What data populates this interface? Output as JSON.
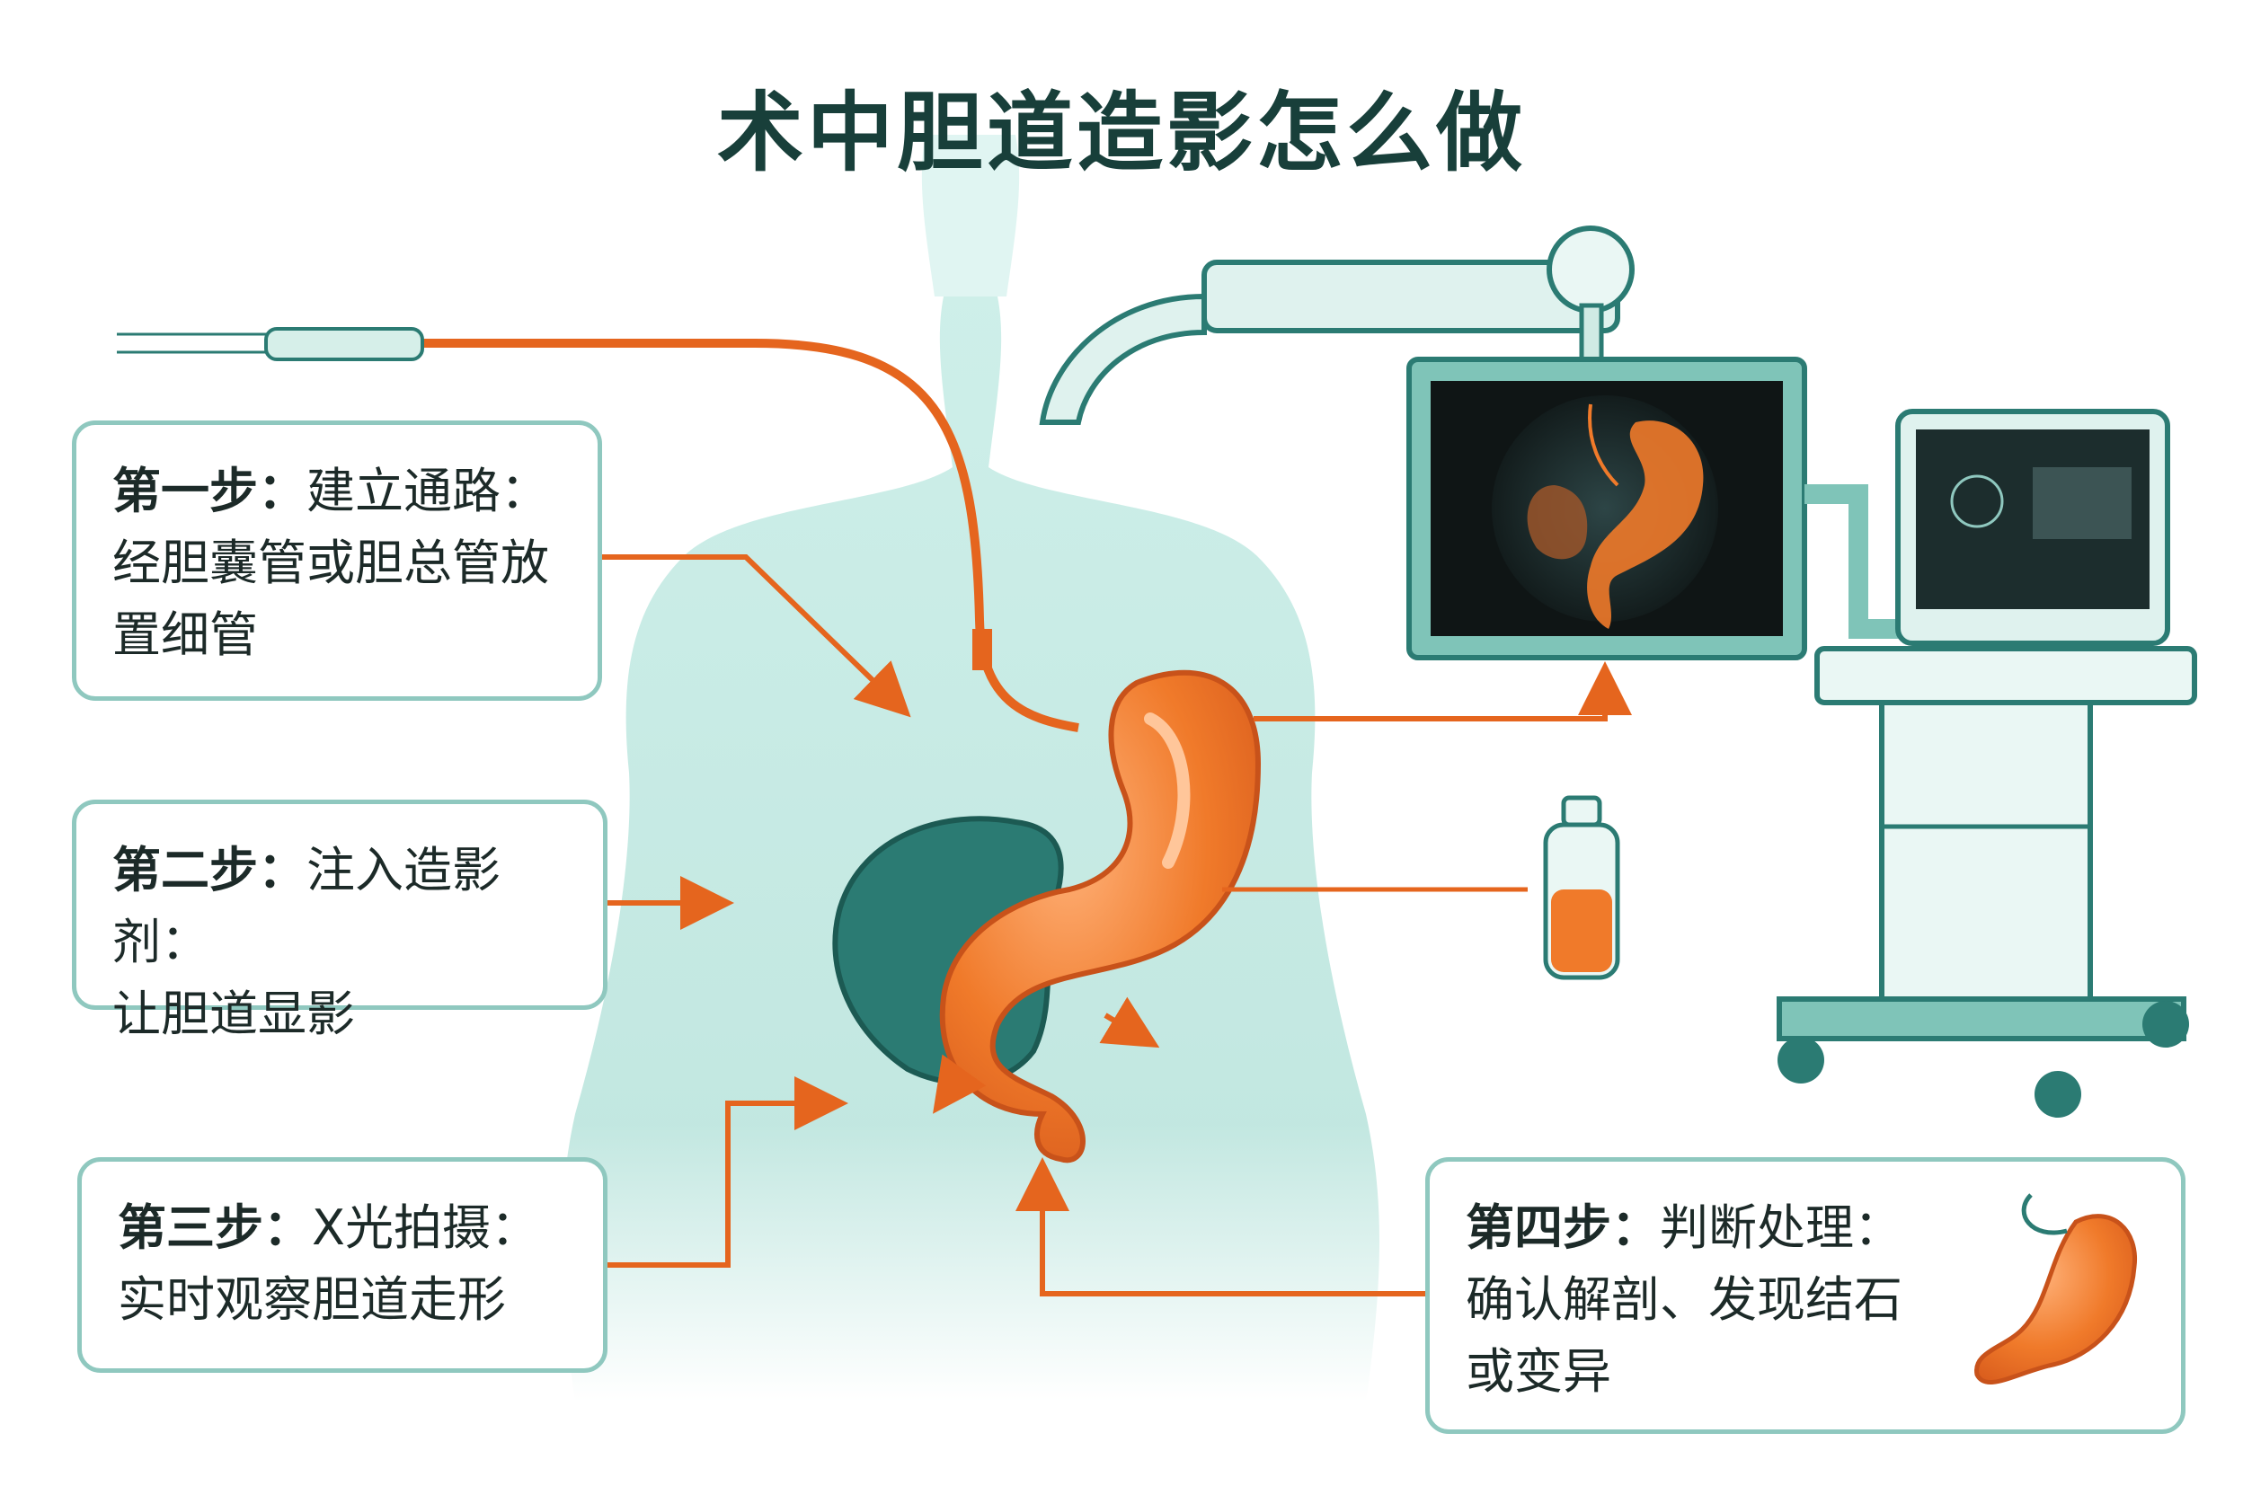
{
  "title": "术中胆道造影怎么做",
  "steps": [
    {
      "label": "第一步：",
      "title": "建立通路：",
      "lines": [
        "经胆囊管或胆总管放",
        "置细管"
      ]
    },
    {
      "label": "第二步：",
      "title": "注入造影剂：",
      "lines": [
        "让胆道显影"
      ]
    },
    {
      "label": "第三步：",
      "title": "X光拍摄：",
      "lines": [
        "实时观察胆道走形"
      ]
    },
    {
      "label": "第四步：",
      "title": "判断处理：",
      "lines": [
        "确认解剖、发现结石",
        "或变异"
      ]
    }
  ],
  "colors": {
    "title": "#183f3a",
    "teal_border": "#8fc8bf",
    "body_fill": "#bfe6df",
    "organ_orange": "#f07a2a",
    "organ_dark_teal": "#2b7b73",
    "arrow_orange": "#e5651e",
    "equipment_teal": "#7fc4b8",
    "screen_dark": "#0f1515"
  },
  "icons": [
    "torso-silhouette",
    "stomach-icon",
    "liver-icon",
    "contrast-bottle-icon",
    "x-ray-monitor-icon",
    "c-arm-icon",
    "workstation-cart-icon",
    "catheter-icon"
  ]
}
